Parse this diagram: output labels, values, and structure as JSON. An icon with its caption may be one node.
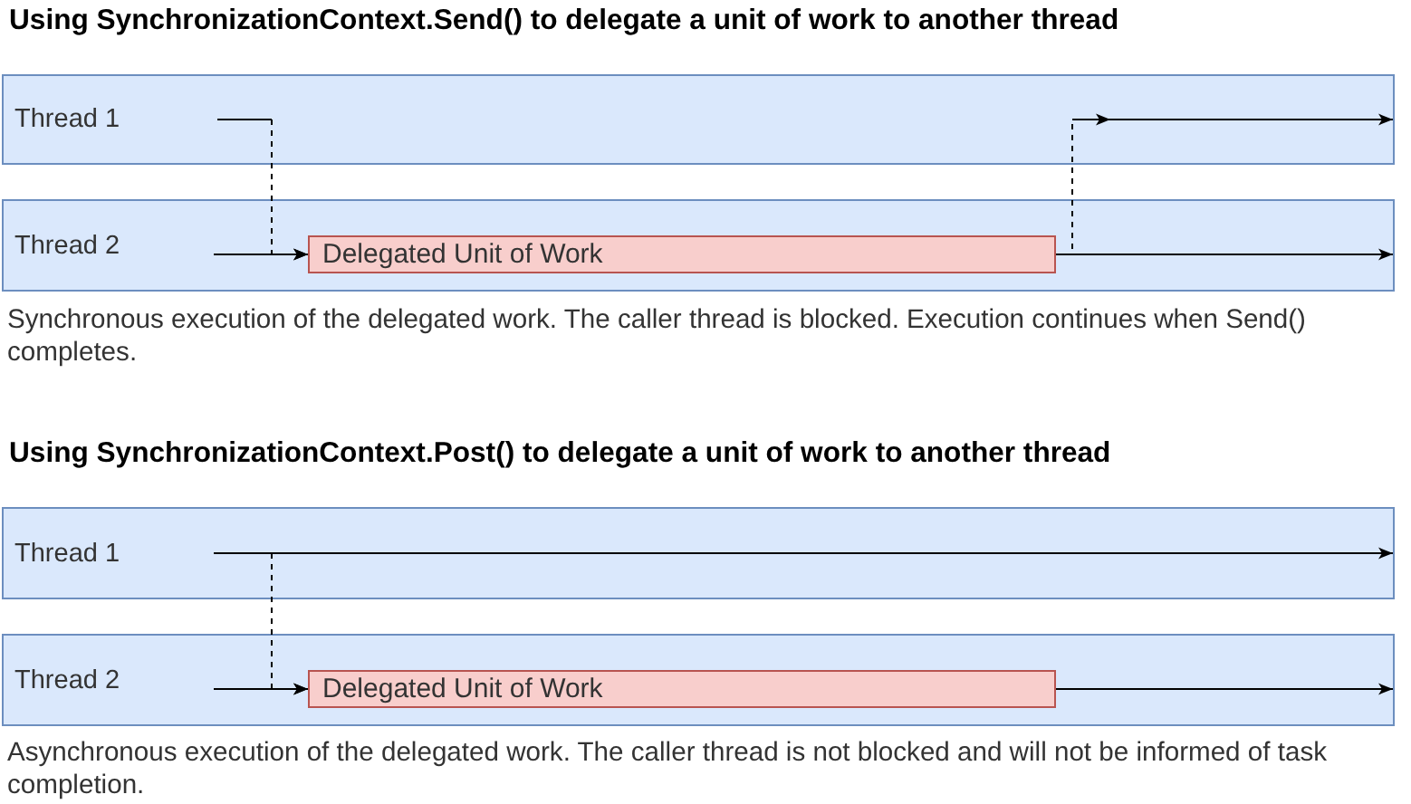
{
  "diagram": {
    "nodes": [
      {
        "text": [
          "Thread 1"
        ]
      },
      {
        "text": [
          "Thread 2"
        ]
      },
      {
        "text": [
          "Delegated Unit of Work"
        ],
        "in": 1
      },
      {
        "text": [
          "Thread 1"
        ]
      },
      {
        "text": [
          "Thread 2"
        ]
      },
      {
        "text": [
          "Delegated Unit of Work"
        ],
        "in": 4
      }
    ],
    "edges": [
      {
        "from": null,
        "to": 0,
        "arrow": "none"
      },
      {
        "from": 0,
        "to": 2,
        "arrow": "to",
        "style": "dashed"
      },
      {
        "from": null,
        "to": 2,
        "arrow": "to"
      },
      {
        "from": 2,
        "to": null,
        "arrow": "to"
      },
      {
        "from": 2,
        "to": 0,
        "arrow": "to",
        "style": "dashed"
      },
      {
        "from": null,
        "to": 0,
        "arrow": "to"
      },
      {
        "from": 3,
        "to": 5,
        "arrow": "to",
        "style": "dashed"
      },
      {
        "from": null,
        "to": 5,
        "arrow": "to"
      },
      {
        "from": 5,
        "to": null,
        "arrow": "to"
      }
    ],
    "labels": [
      "Using SynchronizationContext.Send() to delegate a unit of work to another thread",
      "Synchronous execution of the delegated work. The caller thread is blocked. Execution continues when Send() completes.",
      "Using SynchronizationContext.Post() to delegate a unit of work to another thread",
      "Asynchronous execution of the delegated work. The caller thread is not blocked and will not be informed of task completion."
    ]
  }
}
